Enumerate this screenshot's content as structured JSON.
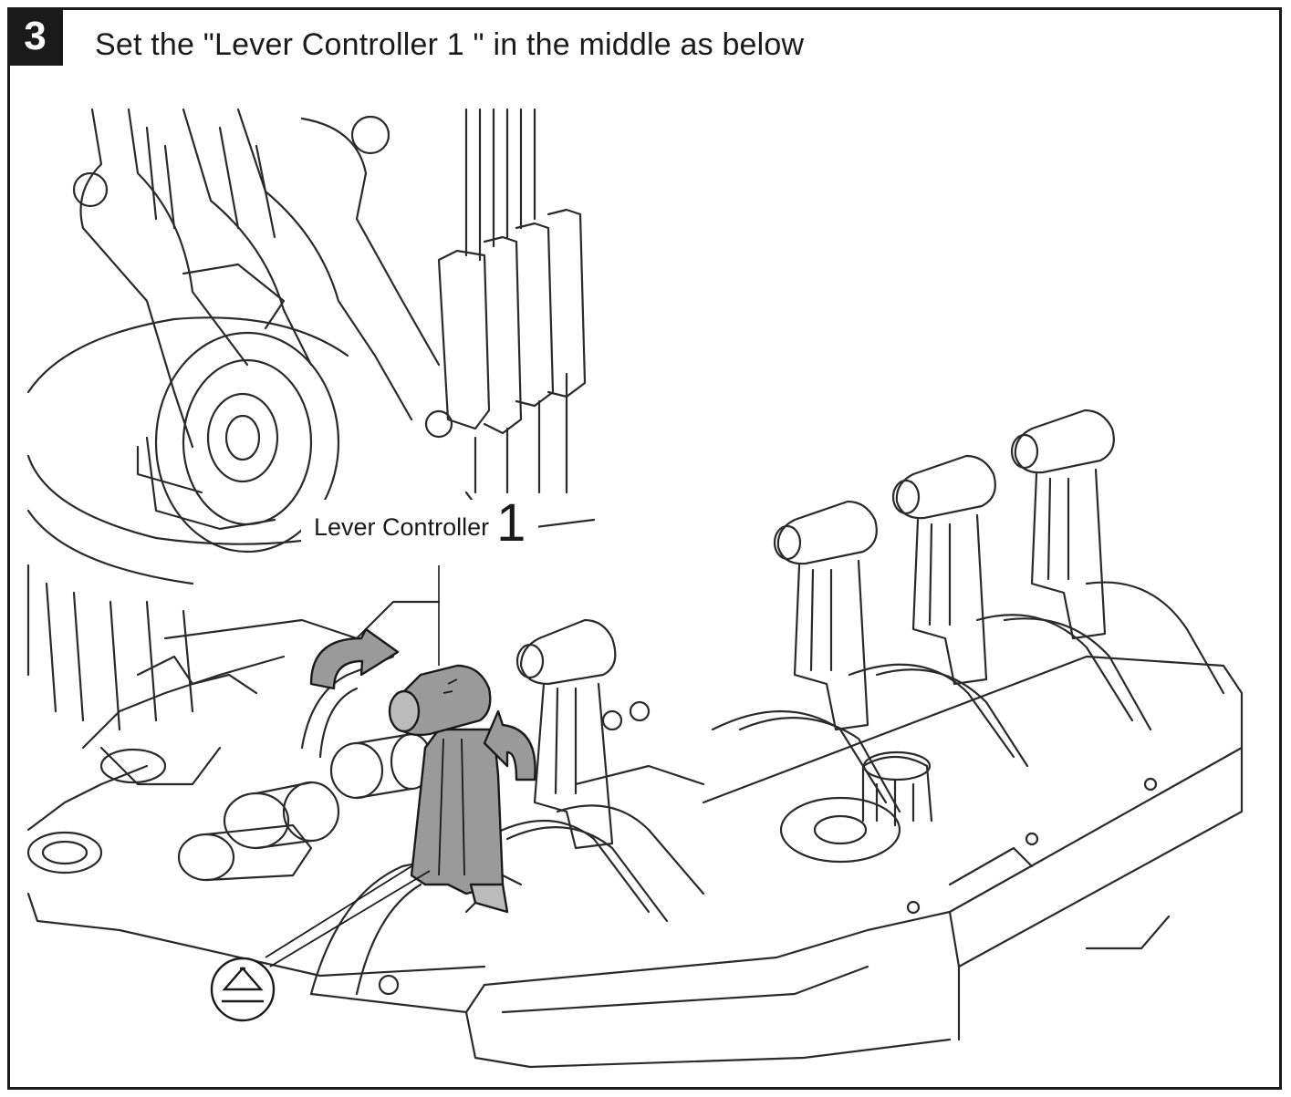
{
  "step": {
    "number": "3",
    "title": "Set the \"Lever Controller 1 \" in the middle as below"
  },
  "callout": {
    "label": "Lever Controller",
    "number": "1"
  },
  "icons": {
    "middle_position_marker": "triangle-over-line-icon",
    "rotate_arrow": "curved-arrow-icon"
  },
  "colors": {
    "highlight_lever": "#9a9a9a",
    "line_art": "#2a2a2a",
    "frame": "#1a1a1a"
  }
}
